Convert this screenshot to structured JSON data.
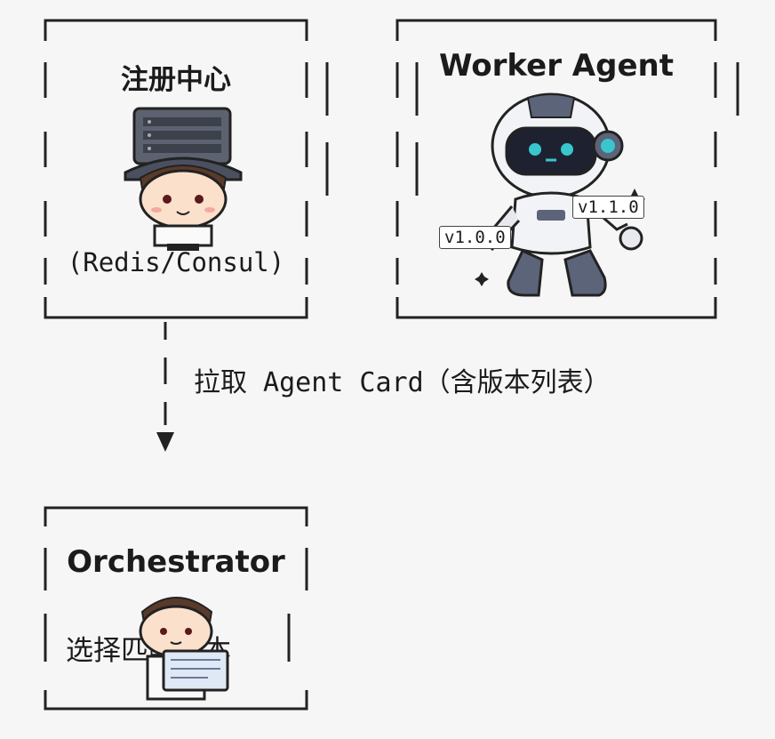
{
  "nodes": {
    "registry": {
      "title": "注册中心",
      "subtitle": "(Redis/Consul)"
    },
    "worker": {
      "title": "Worker Agent",
      "versions": [
        "v1.0.0",
        "v1.1.0"
      ]
    },
    "orchestrator": {
      "title": "Orchestrator",
      "caption": "选择匹配版本"
    }
  },
  "edge": {
    "label": "拉取 Agent Card（含版本列表）"
  },
  "colors": {
    "background": "#f6f6f6",
    "ink": "#1b1b1b",
    "robot_accent": "#39c6cf",
    "robot_body": "#5b6478"
  }
}
